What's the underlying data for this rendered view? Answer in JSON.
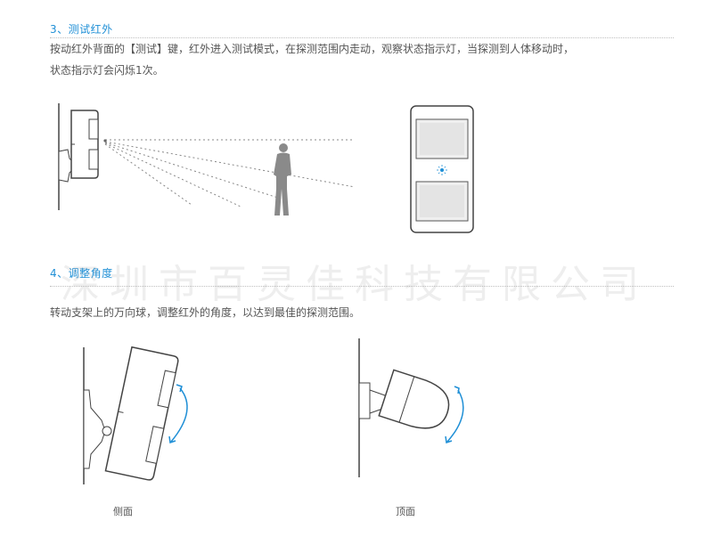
{
  "section3": {
    "heading": "3、测试红外",
    "line1": "按动红外背面的【测试】键，红外进入测试模式，在探测范围内走动，观察状态指示灯，当探测到人体移动时，",
    "line2": "状态指示灯会闪烁1次。"
  },
  "section4": {
    "heading": "4、调整角度",
    "line1": "转动支架上的万向球，调整红外的角度，以达到最佳的探测范围。"
  },
  "watermark": "深圳市百灵佳科技有限公司",
  "captions": {
    "side": "侧面",
    "top": "顶面"
  },
  "colors": {
    "accent": "#1f8fd6",
    "text": "#555555"
  }
}
